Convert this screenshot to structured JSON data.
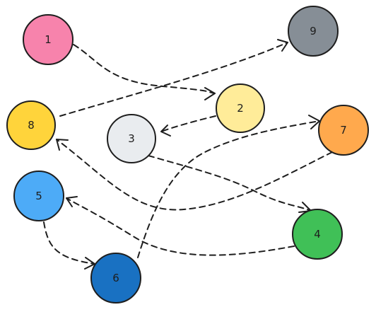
{
  "nodes": [
    {
      "id": "1",
      "label": "1",
      "fill": "#f783ac"
    },
    {
      "id": "2",
      "label": "2",
      "fill": "#ffec99"
    },
    {
      "id": "3",
      "label": "3",
      "fill": "#e9ecef"
    },
    {
      "id": "4",
      "label": "4",
      "fill": "#40c057"
    },
    {
      "id": "5",
      "label": "5",
      "fill": "#4dabf7"
    },
    {
      "id": "6",
      "label": "6",
      "fill": "#1971c2"
    },
    {
      "id": "7",
      "label": "7",
      "fill": "#ffa94d"
    },
    {
      "id": "8",
      "label": "8",
      "fill": "#ffd43b"
    },
    {
      "id": "9",
      "label": "9",
      "fill": "#868e96"
    }
  ],
  "edges": [
    {
      "from": "1",
      "to": "2"
    },
    {
      "from": "2",
      "to": "3"
    },
    {
      "from": "3",
      "to": "4"
    },
    {
      "from": "4",
      "to": "5"
    },
    {
      "from": "5",
      "to": "6"
    },
    {
      "from": "6",
      "to": "7"
    },
    {
      "from": "7",
      "to": "8"
    },
    {
      "from": "8",
      "to": "9"
    }
  ],
  "style": {
    "stroke": "#1e1e1e",
    "line": "dashed"
  }
}
